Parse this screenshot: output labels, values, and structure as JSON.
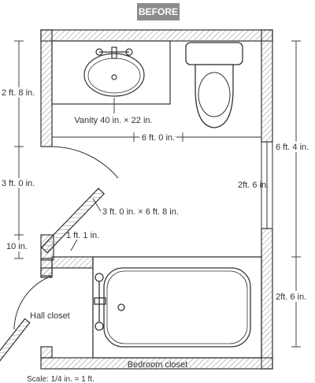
{
  "badge": {
    "text": "BEFORE",
    "bg": "#8c8c8c"
  },
  "labels": {
    "vanity": "Vanity 40 in. × 22 in.",
    "width_total": "6 ft. 0 in.",
    "left_top": "2 ft. 8 in.",
    "left_mid": "3 ft. 0 in.",
    "left_bottom": "10 in.",
    "door": "3 ft. 0 in. × 6 ft. 8 in.",
    "wall_gap": "1 ft. 1 in.",
    "center_gap": "2ft. 6 in.",
    "right_top": "6 ft. 4 in.",
    "right_bottom": "2ft. 6 in.",
    "hall_closet": "Hall closet",
    "bedroom_closet": "Bedroom closet",
    "scale": "Scale: 1/4 in. = 1 ft."
  },
  "colors": {
    "ink": "#333333",
    "hatch": "#999999"
  }
}
